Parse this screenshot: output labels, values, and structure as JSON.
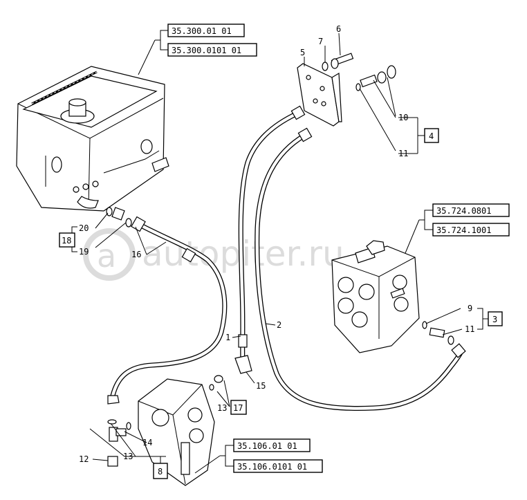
{
  "watermark": "autopiter.ru",
  "references": {
    "tank_a": "35.300.01 01",
    "tank_b": "35.300.0101 01",
    "valve_a": "35.724.0801",
    "valve_b": "35.724.1001",
    "pump_a": "35.106.01 01",
    "pump_b": "35.106.0101 01"
  },
  "boxed_items": {
    "box_4": "4",
    "box_18": "18",
    "box_3": "3",
    "box_17": "17",
    "box_8": "8"
  },
  "items": {
    "n1": "1",
    "n2": "2",
    "n5": "5",
    "n6": "6",
    "n7": "7",
    "n9": "9",
    "n10": "10",
    "n11a": "11",
    "n11b": "11",
    "n12": "12",
    "n13a": "13",
    "n13b": "13",
    "n14": "14",
    "n15": "15",
    "n16": "16",
    "n19": "19",
    "n20": "20"
  }
}
